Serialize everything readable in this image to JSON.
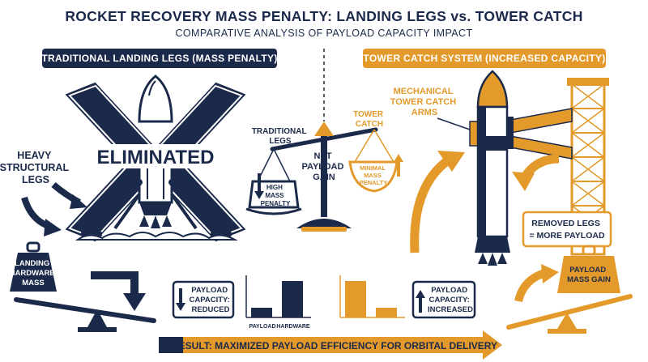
{
  "title": "ROCKET RECOVERY MASS PENALTY: LANDING LEGS vs. TOWER CATCH",
  "subtitle": "COMPARATIVE ANALYSIS OF PAYLOAD CAPACITY IMPACT",
  "left": {
    "banner": "TRADITIONAL LANDING LEGS (MASS PENALTY)",
    "eliminated": "ELIMINATED",
    "heavy_legs": [
      "HEAVY",
      "STRUCTURAL",
      "LEGS"
    ],
    "weight_label": [
      "LANDING",
      "HARDWARE",
      "MASS"
    ],
    "payload_box": [
      "PAYLOAD",
      "CAPACITY:",
      "REDUCED"
    ],
    "bar_labels": [
      "PAYLOAD",
      "HARDWARE"
    ]
  },
  "center": {
    "traditional": [
      "TRADITIONAL",
      "LEGS"
    ],
    "tower": [
      "TOWER",
      "CATCH"
    ],
    "net_gain": [
      "NET",
      "PAYLOAD",
      "GAIN"
    ],
    "high_mass": [
      "HIGH",
      "MASS",
      "PENALTY"
    ],
    "minimal_mass": [
      "MINIMAL",
      "MASS",
      "PENALTY"
    ]
  },
  "right": {
    "banner": "TOWER CATCH SYSTEM (INCREASED CAPACITY)",
    "arms_label": [
      "MECHANICAL",
      "TOWER CATCH",
      "ARMS"
    ],
    "removed": [
      "REMOVED LEGS",
      "= MORE PAYLOAD"
    ],
    "payload_box": [
      "PAYLOAD",
      "CAPACITY:",
      "INCREASED"
    ],
    "gain_label": [
      "PAYLOAD",
      "MASS GAIN"
    ]
  },
  "result": "RESULT:  MAXIMIZED PAYLOAD EFFICIENCY FOR ORBITAL DELIVERY",
  "colors": {
    "navy": "#1b2a4a",
    "orange": "#e39a2a",
    "white": "#ffffff"
  },
  "chart_data": [
    {
      "type": "bar",
      "title": "",
      "categories": [
        "PAYLOAD",
        "HARDWARE"
      ],
      "values": [
        12,
        45
      ],
      "ylim": [
        0,
        50
      ],
      "color": "#1b2a4a"
    },
    {
      "type": "bar",
      "title": "",
      "categories": [
        "PAYLOAD",
        "HARDWARE"
      ],
      "values": [
        45,
        12
      ],
      "ylim": [
        0,
        50
      ],
      "color": "#e39a2a"
    }
  ]
}
